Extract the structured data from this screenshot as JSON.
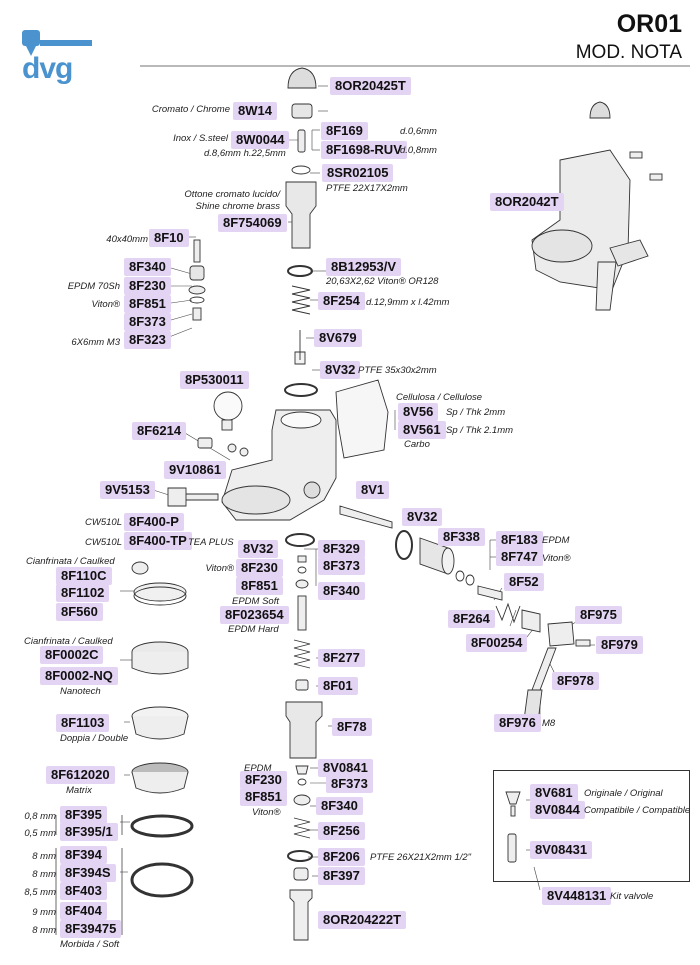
{
  "header": {
    "title_code": "OR01",
    "title_model": "MOD. NOTA",
    "brand": "dvg"
  },
  "colors": {
    "label_bg": "#e4d4f4",
    "brand_blue": "#4a93cf",
    "line": "#333333"
  },
  "labels": {
    "c_8OR20425T": "8OR20425T",
    "c_8W14": "8W14",
    "n_8W14": "Cromato / Chrome",
    "c_8W0044": "8W0044",
    "n_8W0044": "Inox / S.steel",
    "n_8W0044b": "d.8,6mm h.22,5mm",
    "c_8F169": "8F169",
    "n_8F169": "d.0,6mm",
    "c_8F1698": "8F1698-RUV",
    "n_8F1698": "d.0,8mm",
    "c_8SR02105": "8SR02105",
    "n_8SR02105": "PTFE 22X17X2mm",
    "n_8F754069": "Ottone cromato lucido/",
    "n_8F754069b": "Shine chrome brass",
    "c_8F754069": "8F754069",
    "c_8OR2042T": "8OR2042T",
    "n_8F10": "40x40mm",
    "c_8F10": "8F10",
    "c_8B12953V": "8B12953/V",
    "n_8B12953V": "20,63X2,62 Viton® OR128",
    "c_8F340a": "8F340",
    "n_8F230a": "EPDM 70Sh",
    "c_8F230a": "8F230",
    "n_8F851a": "Viton®",
    "c_8F851a": "8F851",
    "c_8F254": "8F254",
    "n_8F254": "d.12,9mm x l.42mm",
    "c_8F373a": "8F373",
    "n_8F323": "6X6mm M3",
    "c_8F323": "8F323",
    "c_8V679": "8V679",
    "c_8V32a": "8V32",
    "n_8V32a": "PTFE 35x30x2mm",
    "c_8P530011": "8P530011",
    "n_8V56top": "Cellulosa / Cellulose",
    "c_8V56": "8V56",
    "n_8V56": "Sp / Thk 2mm",
    "c_8V561": "8V561",
    "n_8V561": "Sp / Thk 2.1mm",
    "n_8V561b": "Carbo",
    "c_8F6214": "8F6214",
    "c_9V10861": "9V10861",
    "c_9V5153": "9V5153",
    "c_8V1": "8V1",
    "c_8V32b": "8V32",
    "n_8F400P": "CW510L",
    "c_8F400P": "8F400-P",
    "n_8F400TP": "CW510L",
    "c_8F400TP": "8F400-TP",
    "n_8F400TPb": "TEA PLUS",
    "c_8V32c": "8V32",
    "c_8F329": "8F329",
    "c_8F338": "8F338",
    "c_8F183": "8F183",
    "n_8F183": "EPDM",
    "c_8F747": "8F747",
    "n_8F747": "Viton®",
    "n_8F110C": "Cianfrinata / Caulked",
    "c_8F110C": "8F110C",
    "n_8F230b": "Viton®",
    "c_8F230b": "8F230",
    "c_8F373b": "8F373",
    "c_8F851b": "8F851",
    "n_8F851b": "EPDM Soft",
    "c_8F340b": "8F340",
    "c_8F1102": "8F1102",
    "c_8F52": "8F52",
    "c_8F560": "8F560",
    "c_8F023654": "8F023654",
    "n_8F023654": "EPDM Hard",
    "c_8F264": "8F264",
    "c_8F975": "8F975",
    "c_8F00254": "8F00254",
    "c_8F979": "8F979",
    "n_8F0002C": "Cianfrinata / Caulked",
    "c_8F0002C": "8F0002C",
    "c_8F277": "8F277",
    "c_8F0002NQ": "8F0002-NQ",
    "n_8F0002NQ": "Nanotech",
    "c_8F01": "8F01",
    "c_8F978": "8F978",
    "c_8F1103": "8F1103",
    "n_8F1103": "Doppia / Double",
    "c_8F78": "8F78",
    "c_8F976": "8F976",
    "n_8F976": "M8",
    "n_8V0841": "EPDM",
    "c_8V0841": "8V0841",
    "c_8F612020": "8F612020",
    "n_8F612020": "Matrix",
    "c_8F230c": "8F230",
    "c_8F373c": "8F373",
    "c_8F851c": "8F851",
    "n_8F851c": "Viton®",
    "c_8F340c": "8F340",
    "c_8V681": "8V681",
    "n_8V681": "Originale / Original",
    "c_8V0844": "8V0844",
    "n_8V0844": "Compatibile / Compatible",
    "n_8F395": "0,8 mm",
    "c_8F395": "8F395",
    "n_8F3951": "0,5 mm",
    "c_8F3951": "8F395/1",
    "c_8F256": "8F256",
    "c_8V08431": "8V08431",
    "n_8F394": "8 mm",
    "c_8F394": "8F394",
    "c_8F206": "8F206",
    "n_8F206": "PTFE 26X21X2mm 1/2\"",
    "n_8F394S": "8 mm",
    "c_8F394S": "8F394S",
    "c_8F397": "8F397",
    "n_8F403": "8,5 mm",
    "c_8F403": "8F403",
    "c_8V448131": "8V448131",
    "n_8V448131": "Kit valvole",
    "n_8F404": "9 mm",
    "c_8F404": "8F404",
    "c_8OR204222T": "8OR204222T",
    "n_8F39475": "8 mm",
    "c_8F39475": "8F39475",
    "n_8F39475b": "Morbida / Soft"
  }
}
